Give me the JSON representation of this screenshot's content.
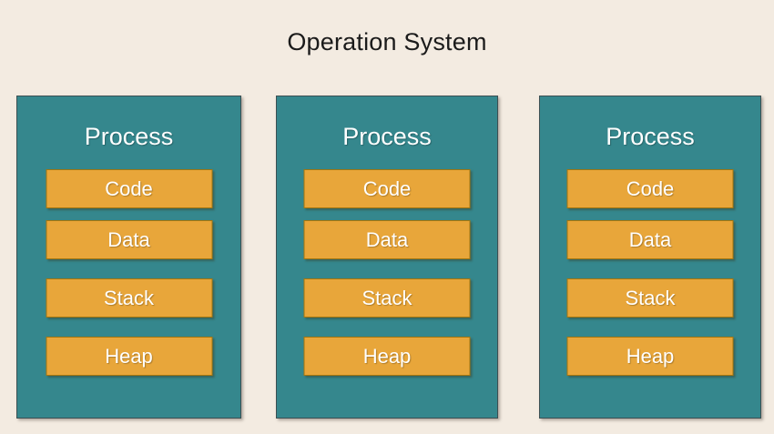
{
  "diagram": {
    "title": "Operation System",
    "processes": [
      {
        "label": "Process",
        "segments": [
          "Code",
          "Data",
          "Stack",
          "Heap"
        ]
      },
      {
        "label": "Process",
        "segments": [
          "Code",
          "Data",
          "Stack",
          "Heap"
        ]
      },
      {
        "label": "Process",
        "segments": [
          "Code",
          "Data",
          "Stack",
          "Heap"
        ]
      }
    ],
    "colors": {
      "background": "#F3EBE1",
      "process_fill": "#35878D",
      "process_border": "#3B4F52",
      "segment_fill": "#E8A63A",
      "segment_border": "#A3750F",
      "title_text": "#1B1B1B",
      "label_text": "#FFFFFF"
    }
  }
}
